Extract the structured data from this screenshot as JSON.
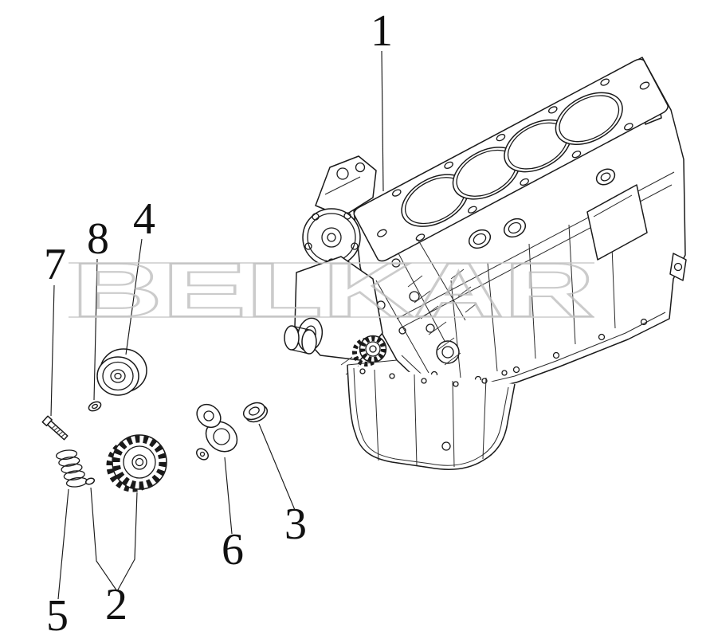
{
  "watermark": {
    "text": "BELKAR",
    "color": "#bfbfbf"
  },
  "diagram": {
    "type": "exploded-parts-diagram",
    "colors": {
      "line": "#1a1a1a",
      "background": "#ffffff"
    },
    "callouts": [
      {
        "label": "1"
      },
      {
        "label": "2"
      },
      {
        "label": "3"
      },
      {
        "label": "4"
      },
      {
        "label": "5"
      },
      {
        "label": "6"
      },
      {
        "label": "7"
      },
      {
        "label": "8"
      }
    ]
  }
}
